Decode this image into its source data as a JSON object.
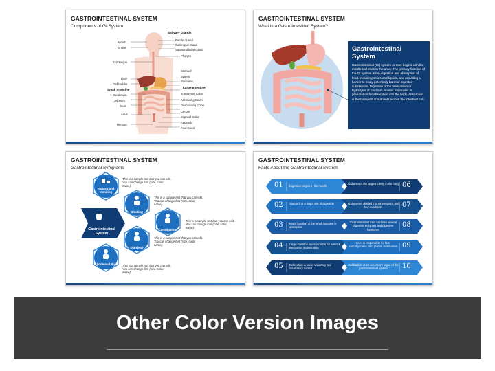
{
  "slide1": {
    "title": "GASTROINTESTINAL SYSTEM",
    "subtitle": "Components of GI System",
    "right_labels": [
      "Salivary Glands",
      "Parotid Gland",
      "Sublingual Gland",
      "Submandibular Gland",
      "Pharynx",
      "Stomach",
      "Spleen",
      "Pancreas",
      "Large Intestine",
      "Transverse Colon",
      "Ascending Colon",
      "Descending Colon",
      "Cecum",
      "Sigmoid Colon",
      "Appendix",
      "Anal Canal"
    ],
    "left_labels": [
      "Mouth",
      "Tongue",
      "Esophagus",
      "Liver",
      "Gallbladder",
      "Small Intestine",
      "Duodenum",
      "Jejunum",
      "Ileum",
      "Anus",
      "Rectum"
    ]
  },
  "slide2": {
    "title": "GASTROINTESTINAL SYSTEM",
    "subtitle": "What is a Gastrointestinal System?",
    "box_heading": "Gastrointestinal System",
    "box_text": "Gastrointestinal (GI) system or tract begins with the mouth and ends in the anus. The primary function of the GI system is the digestion and absorption of food, including solids and liquids, and providing a barrier to many potentially harmful ingested substances. Digestion is the breakdown or hydrolysis of food into smaller molecules in preparation for absorption into the body. Absorption is the transport of nutrients across the intestinal cell."
  },
  "slide3": {
    "title": "GASTROINTESTINAL SYSTEM",
    "subtitle": "Gastrointestinal Symptoms",
    "center_label": "Gastrointestinal System",
    "hex1": "Nausea and Vomiting",
    "hex2": "Bloating",
    "hex3": "Constipation",
    "hex4": "Diarrheal",
    "hex5": "Abdominal Pain",
    "sample_text": "This is a sample text that you can edit. You can change font (size, color, name)."
  },
  "slide4": {
    "title": "GASTROINTESTINAL SYSTEM",
    "subtitle": "Facts About the Gastrointestinal System",
    "left_facts": [
      {
        "num": "01",
        "text": "Digestion begins in the mouth"
      },
      {
        "num": "02",
        "text": "Stomach is a major site of digestion"
      },
      {
        "num": "03",
        "text": "Major function of the small intestine is absorption"
      },
      {
        "num": "04",
        "text": "Large intestine is responsible for water & electrolyte reabsorption"
      },
      {
        "num": "05",
        "text": "Defecation is under voluntary and involuntary control"
      }
    ],
    "right_facts": [
      {
        "num": "06",
        "text": "Abdomen is the largest cavity in the body"
      },
      {
        "num": "07",
        "text": "Abdomen is divided into nine regions and four quadrants"
      },
      {
        "num": "08",
        "text": "Gastrointestinal tract secretes several digestive enzymes and digestive hormones"
      },
      {
        "num": "09",
        "text": "Liver is responsible for fats, carbohydrates, and protein metabolism"
      },
      {
        "num": "10",
        "text": "Gallbladder is an accessory organ of the gastrointestinal system"
      }
    ]
  },
  "banner": {
    "title": "Other Color Version Images"
  },
  "colors": {
    "navy": "#0f3c73",
    "blue": "#1f6fc0",
    "light_blue": "#2e86d4",
    "banner_bg": "#3b3b3b"
  }
}
